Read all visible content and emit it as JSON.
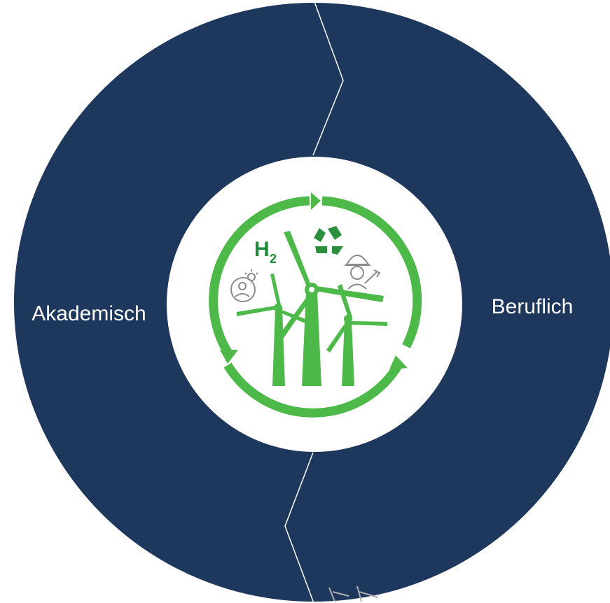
{
  "diagram": {
    "segments": [
      {
        "id": "left",
        "label": "Akademisch"
      },
      {
        "id": "right",
        "label": "Beruflich"
      }
    ],
    "center_logo": {
      "hydrogen_main": "H",
      "hydrogen_sub": "2",
      "icons": [
        "recycle-icon",
        "engineer-icon",
        "idea-person-icon",
        "wind-turbine-icon",
        "cycle-arrows-icon"
      ]
    },
    "colors": {
      "ring_fill": "#1e375c",
      "divider_line": "#ffffff",
      "center_fill": "#ffffff",
      "logo_green": "#4cb948",
      "logo_dark_green": "#1f8a3a",
      "logo_gray": "#8a8a8a"
    }
  }
}
